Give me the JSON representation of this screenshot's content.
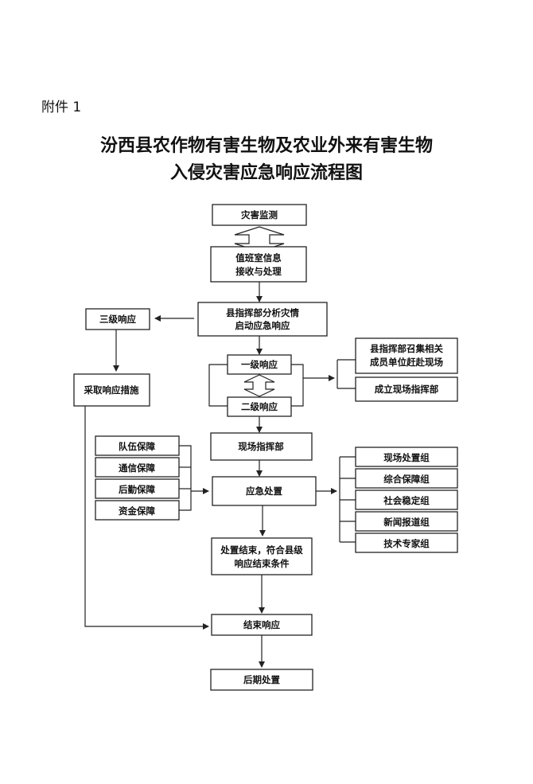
{
  "attachment_label": "附件 1",
  "title_line1": "汾西县农作物有害生物及农业外来有害生物",
  "title_line2": "入侵灾害应急响应流程图",
  "nodes": {
    "monitor": "灾害监测",
    "duty_line1": "值班室信息",
    "duty_line2": "接收与处理",
    "analyze_line1": "县指挥部分析灾情",
    "analyze_line2": "启动应急响应",
    "level3": "三级响应",
    "measures": "采取响应措施",
    "level1": "一级响应",
    "level2": "二级响应",
    "assemble_line1": "县指挥部召集相关",
    "assemble_line2": "成员单位赶赴现场",
    "setup_field_cmd": "成立现场指挥部",
    "field_cmd": "现场指挥部",
    "emergency": "应急处置",
    "end_cond_line1": "处置结束，符合县级",
    "end_cond_line2": "响应结束条件",
    "end_response": "结束响应",
    "aftermath": "后期处置"
  },
  "guarantees": [
    "队伍保障",
    "通信保障",
    "后勤保障",
    "资金保障"
  ],
  "groups": [
    "现场处置组",
    "综合保障组",
    "社会稳定组",
    "新闻报道组",
    "技术专家组"
  ]
}
